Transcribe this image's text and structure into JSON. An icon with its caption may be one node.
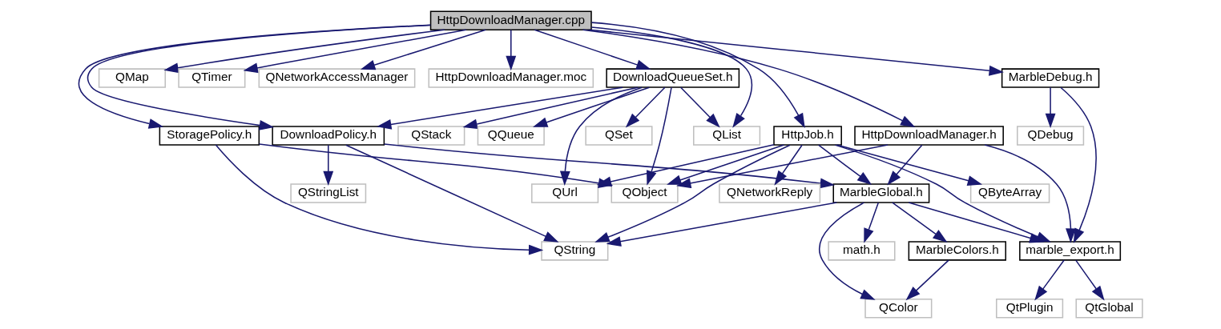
{
  "diagram": {
    "nodes": [
      {
        "text": [
          "HttpDownloadManager.cpp"
        ]
      },
      {
        "text": [
          "DownloadQueueSet.h"
        ]
      },
      {
        "text": [
          "MarbleDebug.h"
        ]
      },
      {
        "text": [
          "QMap"
        ]
      },
      {
        "text": [
          "QTimer"
        ]
      },
      {
        "text": [
          "QNetworkAccessManager"
        ]
      },
      {
        "text": [
          "HttpDownloadManager.moc"
        ]
      },
      {
        "text": [
          "StoragePolicy.h"
        ]
      },
      {
        "text": [
          "DownloadPolicy.h"
        ]
      },
      {
        "text": [
          "QList"
        ]
      },
      {
        "text": [
          "QStack"
        ]
      },
      {
        "text": [
          "QQueue"
        ]
      },
      {
        "text": [
          "QSet"
        ]
      },
      {
        "text": [
          "HttpDownloadManager.h"
        ]
      },
      {
        "text": [
          "HttpJob.h"
        ]
      },
      {
        "text": [
          "QDebug"
        ]
      },
      {
        "text": [
          "QStringList"
        ]
      },
      {
        "text": [
          "QObject"
        ]
      },
      {
        "text": [
          "QUrl"
        ]
      },
      {
        "text": [
          "MarbleGlobal.h"
        ]
      },
      {
        "text": [
          "QByteArray"
        ]
      },
      {
        "text": [
          "QNetworkReply"
        ]
      },
      {
        "text": [
          "QString"
        ]
      },
      {
        "text": [
          "math.h"
        ]
      },
      {
        "text": [
          "MarbleColors.h"
        ]
      },
      {
        "text": [
          "marble_export.h"
        ]
      },
      {
        "text": [
          "QColor"
        ]
      },
      {
        "text": [
          "QtPlugin"
        ]
      },
      {
        "text": [
          "QtGlobal"
        ]
      }
    ],
    "edges": [
      {
        "from": 0,
        "to": 1,
        "arrow": "to"
      },
      {
        "from": 0,
        "to": 2,
        "arrow": "to"
      },
      {
        "from": 0,
        "to": 3,
        "arrow": "to"
      },
      {
        "from": 0,
        "to": 4,
        "arrow": "to"
      },
      {
        "from": 0,
        "to": 5,
        "arrow": "to"
      },
      {
        "from": 0,
        "to": 6,
        "arrow": "to"
      },
      {
        "from": 0,
        "to": 7,
        "arrow": "to"
      },
      {
        "from": 0,
        "to": 8,
        "arrow": "to"
      },
      {
        "from": 0,
        "to": 9,
        "arrow": "to"
      },
      {
        "from": 0,
        "to": 13,
        "arrow": "to"
      },
      {
        "from": 0,
        "to": 14,
        "arrow": "to"
      },
      {
        "from": 1,
        "to": 8,
        "arrow": "to"
      },
      {
        "from": 1,
        "to": 9,
        "arrow": "to"
      },
      {
        "from": 1,
        "to": 17,
        "arrow": "to"
      },
      {
        "from": 1,
        "to": 10,
        "arrow": "to"
      },
      {
        "from": 1,
        "to": 11,
        "arrow": "to"
      },
      {
        "from": 1,
        "to": 18,
        "arrow": "to"
      },
      {
        "from": 1,
        "to": 12,
        "arrow": "to"
      },
      {
        "from": 2,
        "to": 15,
        "arrow": "to"
      },
      {
        "from": 2,
        "to": 25,
        "arrow": "to"
      },
      {
        "from": 7,
        "to": 17,
        "arrow": "to"
      },
      {
        "from": 7,
        "to": 22,
        "arrow": "to"
      },
      {
        "from": 8,
        "to": 16,
        "arrow": "to"
      },
      {
        "from": 8,
        "to": 22,
        "arrow": "to"
      },
      {
        "from": 8,
        "to": 19,
        "arrow": "to"
      },
      {
        "from": 13,
        "to": 17,
        "arrow": "to"
      },
      {
        "from": 13,
        "to": 19,
        "arrow": "to"
      },
      {
        "from": 13,
        "to": 25,
        "arrow": "to"
      },
      {
        "from": 14,
        "to": 17,
        "arrow": "to"
      },
      {
        "from": 14,
        "to": 18,
        "arrow": "to"
      },
      {
        "from": 14,
        "to": 19,
        "arrow": "to"
      },
      {
        "from": 14,
        "to": 22,
        "arrow": "to"
      },
      {
        "from": 14,
        "to": 20,
        "arrow": "to"
      },
      {
        "from": 14,
        "to": 21,
        "arrow": "to"
      },
      {
        "from": 14,
        "to": 25,
        "arrow": "to"
      },
      {
        "from": 19,
        "to": 22,
        "arrow": "to"
      },
      {
        "from": 19,
        "to": 23,
        "arrow": "to"
      },
      {
        "from": 19,
        "to": 24,
        "arrow": "to"
      },
      {
        "from": 19,
        "to": 26,
        "arrow": "to"
      },
      {
        "from": 19,
        "to": 25,
        "arrow": "to"
      },
      {
        "from": 24,
        "to": 26,
        "arrow": "to"
      },
      {
        "from": 25,
        "to": 27,
        "arrow": "to"
      },
      {
        "from": 25,
        "to": 28,
        "arrow": "to"
      }
    ]
  }
}
